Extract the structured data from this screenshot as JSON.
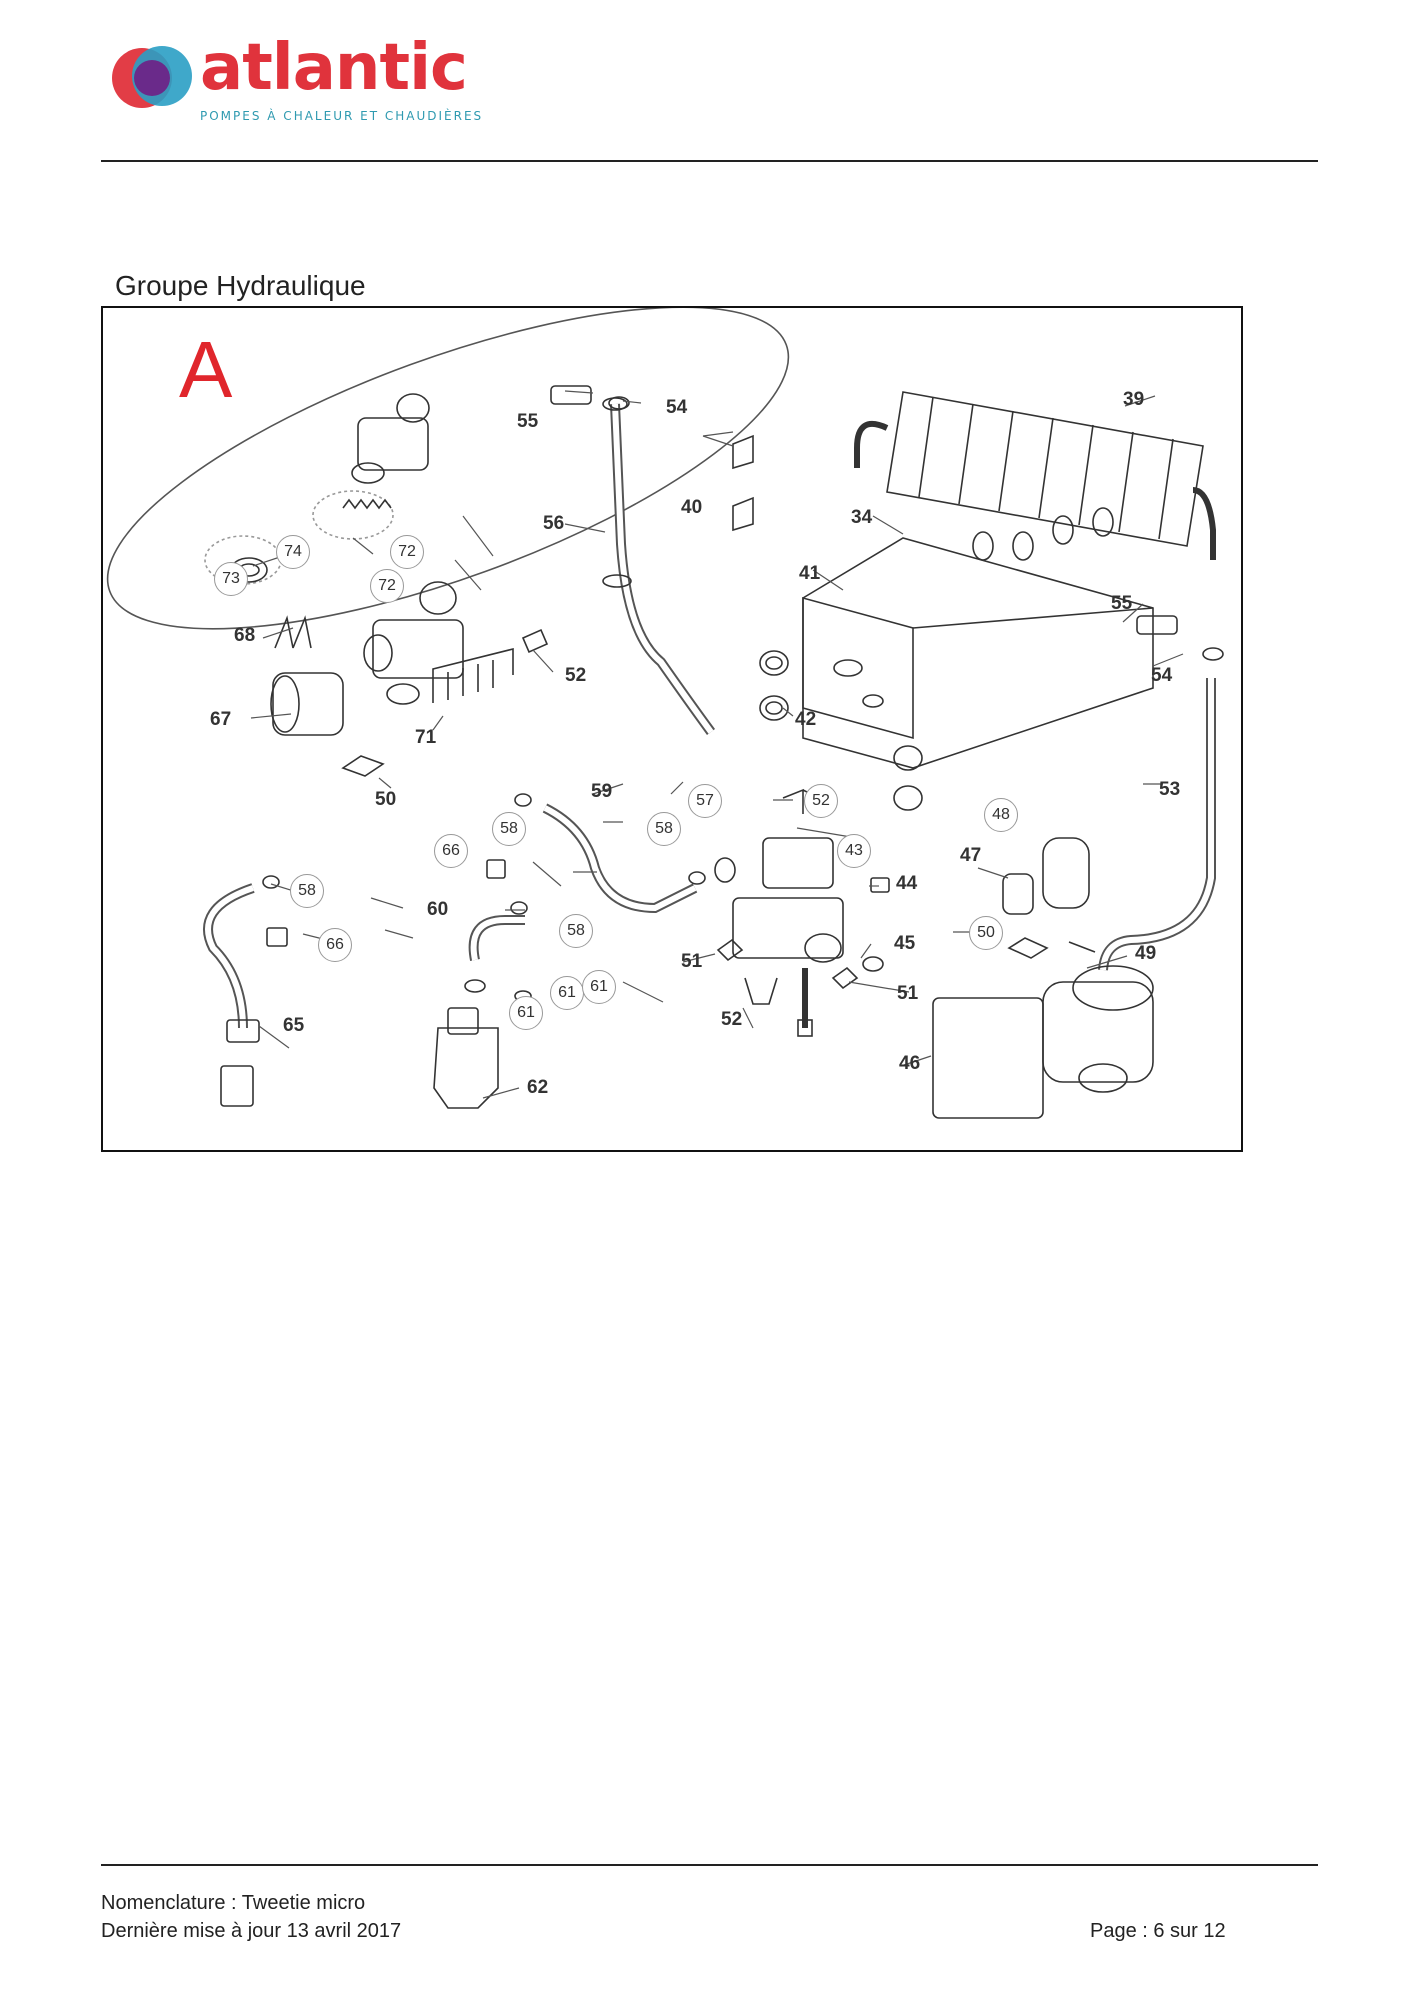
{
  "header": {
    "brand": "atlantic",
    "tagline": "POMPES À CHALEUR ET CHAUDIÈRES"
  },
  "section": {
    "title": "Groupe Hydraulique",
    "variant": "A"
  },
  "diagram": {
    "labels": [
      "55",
      "54",
      "40",
      "39",
      "34",
      "41",
      "56",
      "55",
      "54",
      "68",
      "52",
      "67",
      "71",
      "42",
      "50",
      "59",
      "53",
      "60",
      "47",
      "44",
      "51",
      "45",
      "49",
      "65",
      "52",
      "51",
      "62",
      "46"
    ],
    "bubbles": [
      "73",
      "74",
      "72",
      "72",
      "57",
      "52",
      "48",
      "58",
      "58",
      "66",
      "43",
      "58",
      "66",
      "58",
      "50",
      "61",
      "61",
      "61"
    ]
  },
  "footer": {
    "nomenclature": "Nomenclature : Tweetie micro",
    "updated": "Dernière mise à jour 13 avril 2017",
    "page": "Page : 6 sur 12"
  }
}
